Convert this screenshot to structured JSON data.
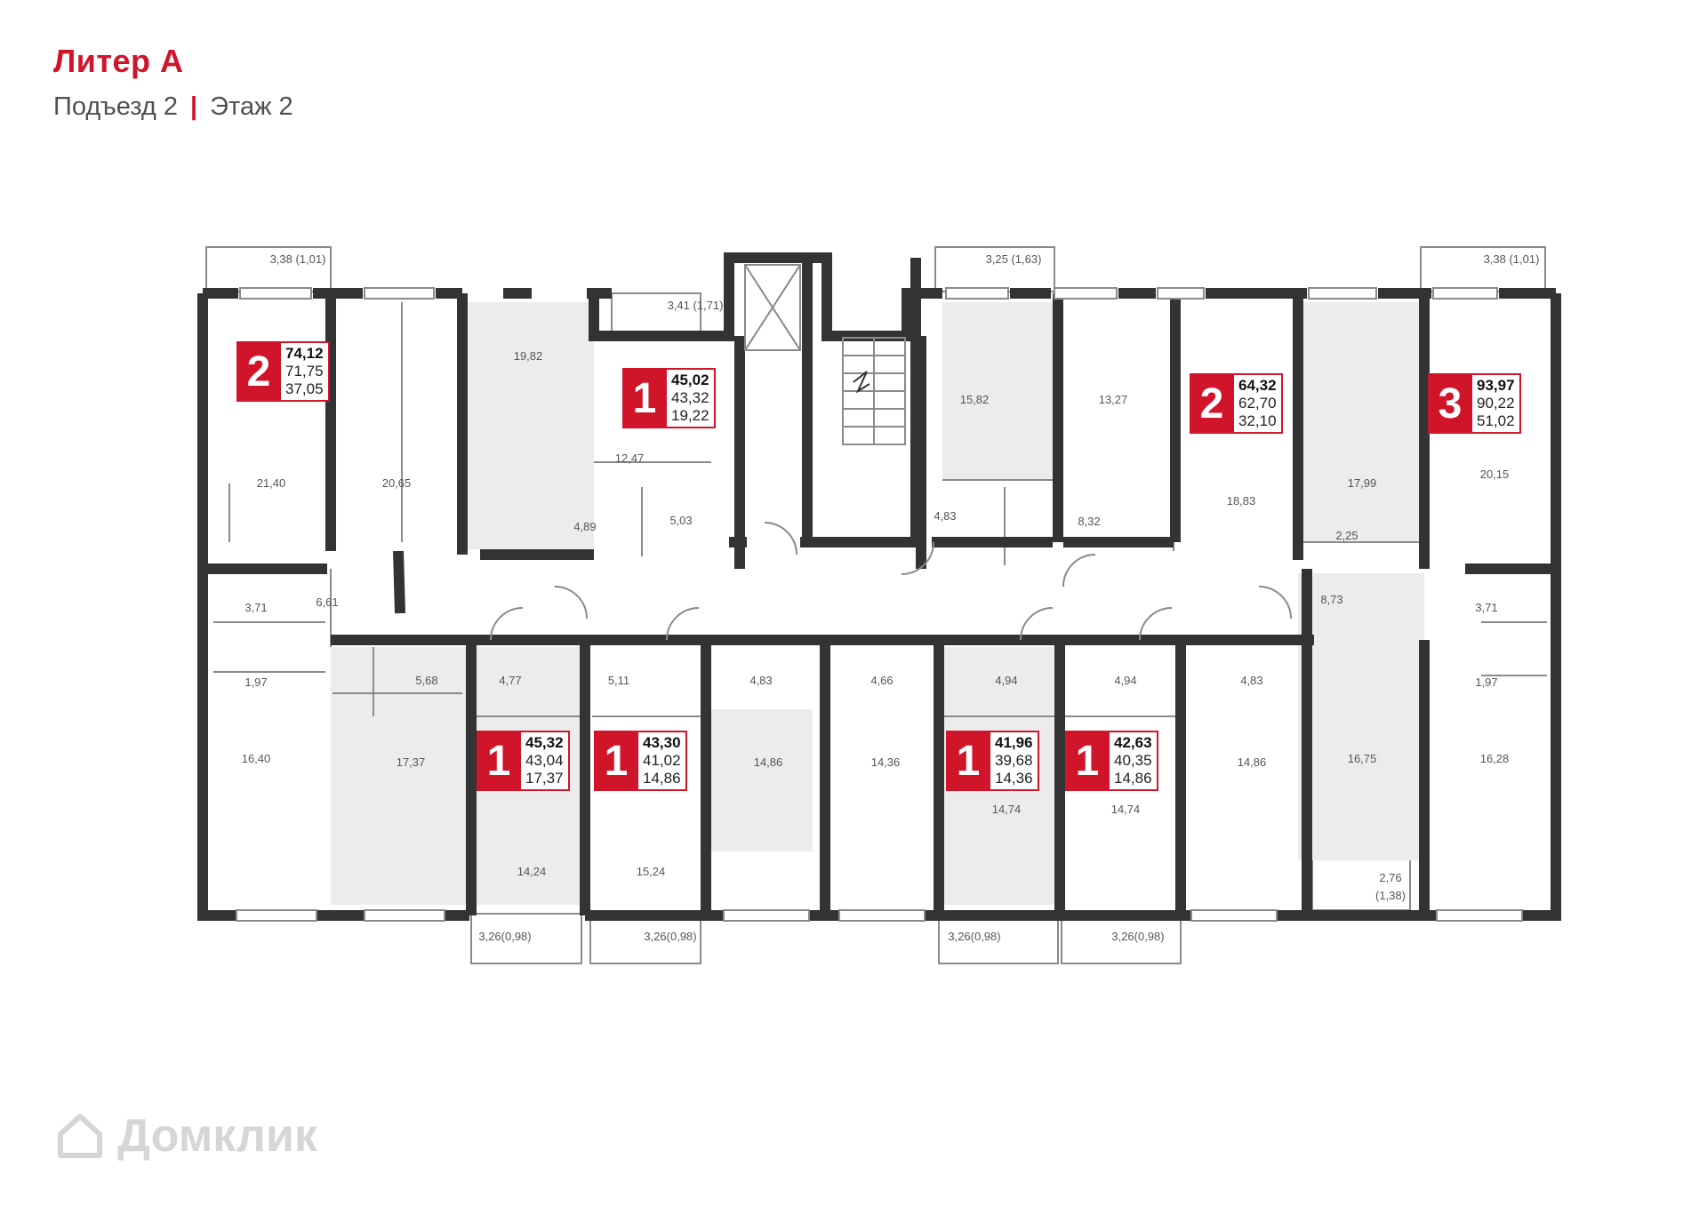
{
  "header": {
    "title": "Литер А",
    "entrance": "Подъезд 2",
    "separator": "|",
    "floor": "Этаж 2"
  },
  "apartments": [
    {
      "rooms": "2",
      "total": "74,12",
      "area": "71,75",
      "living": "37,05"
    },
    {
      "rooms": "1",
      "total": "45,02",
      "area": "43,32",
      "living": "19,22"
    },
    {
      "rooms": "2",
      "total": "64,32",
      "area": "62,70",
      "living": "32,10"
    },
    {
      "rooms": "3",
      "total": "93,97",
      "area": "90,22",
      "living": "51,02"
    },
    {
      "rooms": "1",
      "total": "45,32",
      "area": "43,04",
      "living": "17,37"
    },
    {
      "rooms": "1",
      "total": "43,30",
      "area": "41,02",
      "living": "14,86"
    },
    {
      "rooms": "1",
      "total": "41,96",
      "area": "39,68",
      "living": "14,36"
    },
    {
      "rooms": "1",
      "total": "42,63",
      "area": "40,35",
      "living": "14,86"
    }
  ],
  "room_labels": [
    "3,38 (1,01)",
    "3,41 (1,71)",
    "3,25 (1,63)",
    "3,38 (1,01)",
    "19,82",
    "21,40",
    "20,65",
    "12,47",
    "4,89",
    "5,03",
    "15,82",
    "13,27",
    "18,83",
    "17,99",
    "2,25",
    "20,15",
    "4,83",
    "8,32",
    "8,73",
    "3,71",
    "3,71",
    "6,61",
    "1,97",
    "1,97",
    "5,68",
    "4,77",
    "5,11",
    "4,83",
    "4,66",
    "4,94",
    "4,94",
    "4,83",
    "16,40",
    "17,37",
    "14,24",
    "15,24",
    "14,86",
    "14,36",
    "14,74",
    "14,74",
    "14,86",
    "16,75",
    "16,28",
    "2,76",
    "(1,38)",
    "3,26(0,98)",
    "3,26(0,98)",
    "3,26(0,98)",
    "3,26(0,98)"
  ],
  "watermark": {
    "text": "Домклик",
    "icon": "house-logo-icon"
  },
  "colors": {
    "accent": "#d0152b",
    "wall": "#333333",
    "room_shade": "#ececec",
    "line": "#8a8a8a"
  }
}
